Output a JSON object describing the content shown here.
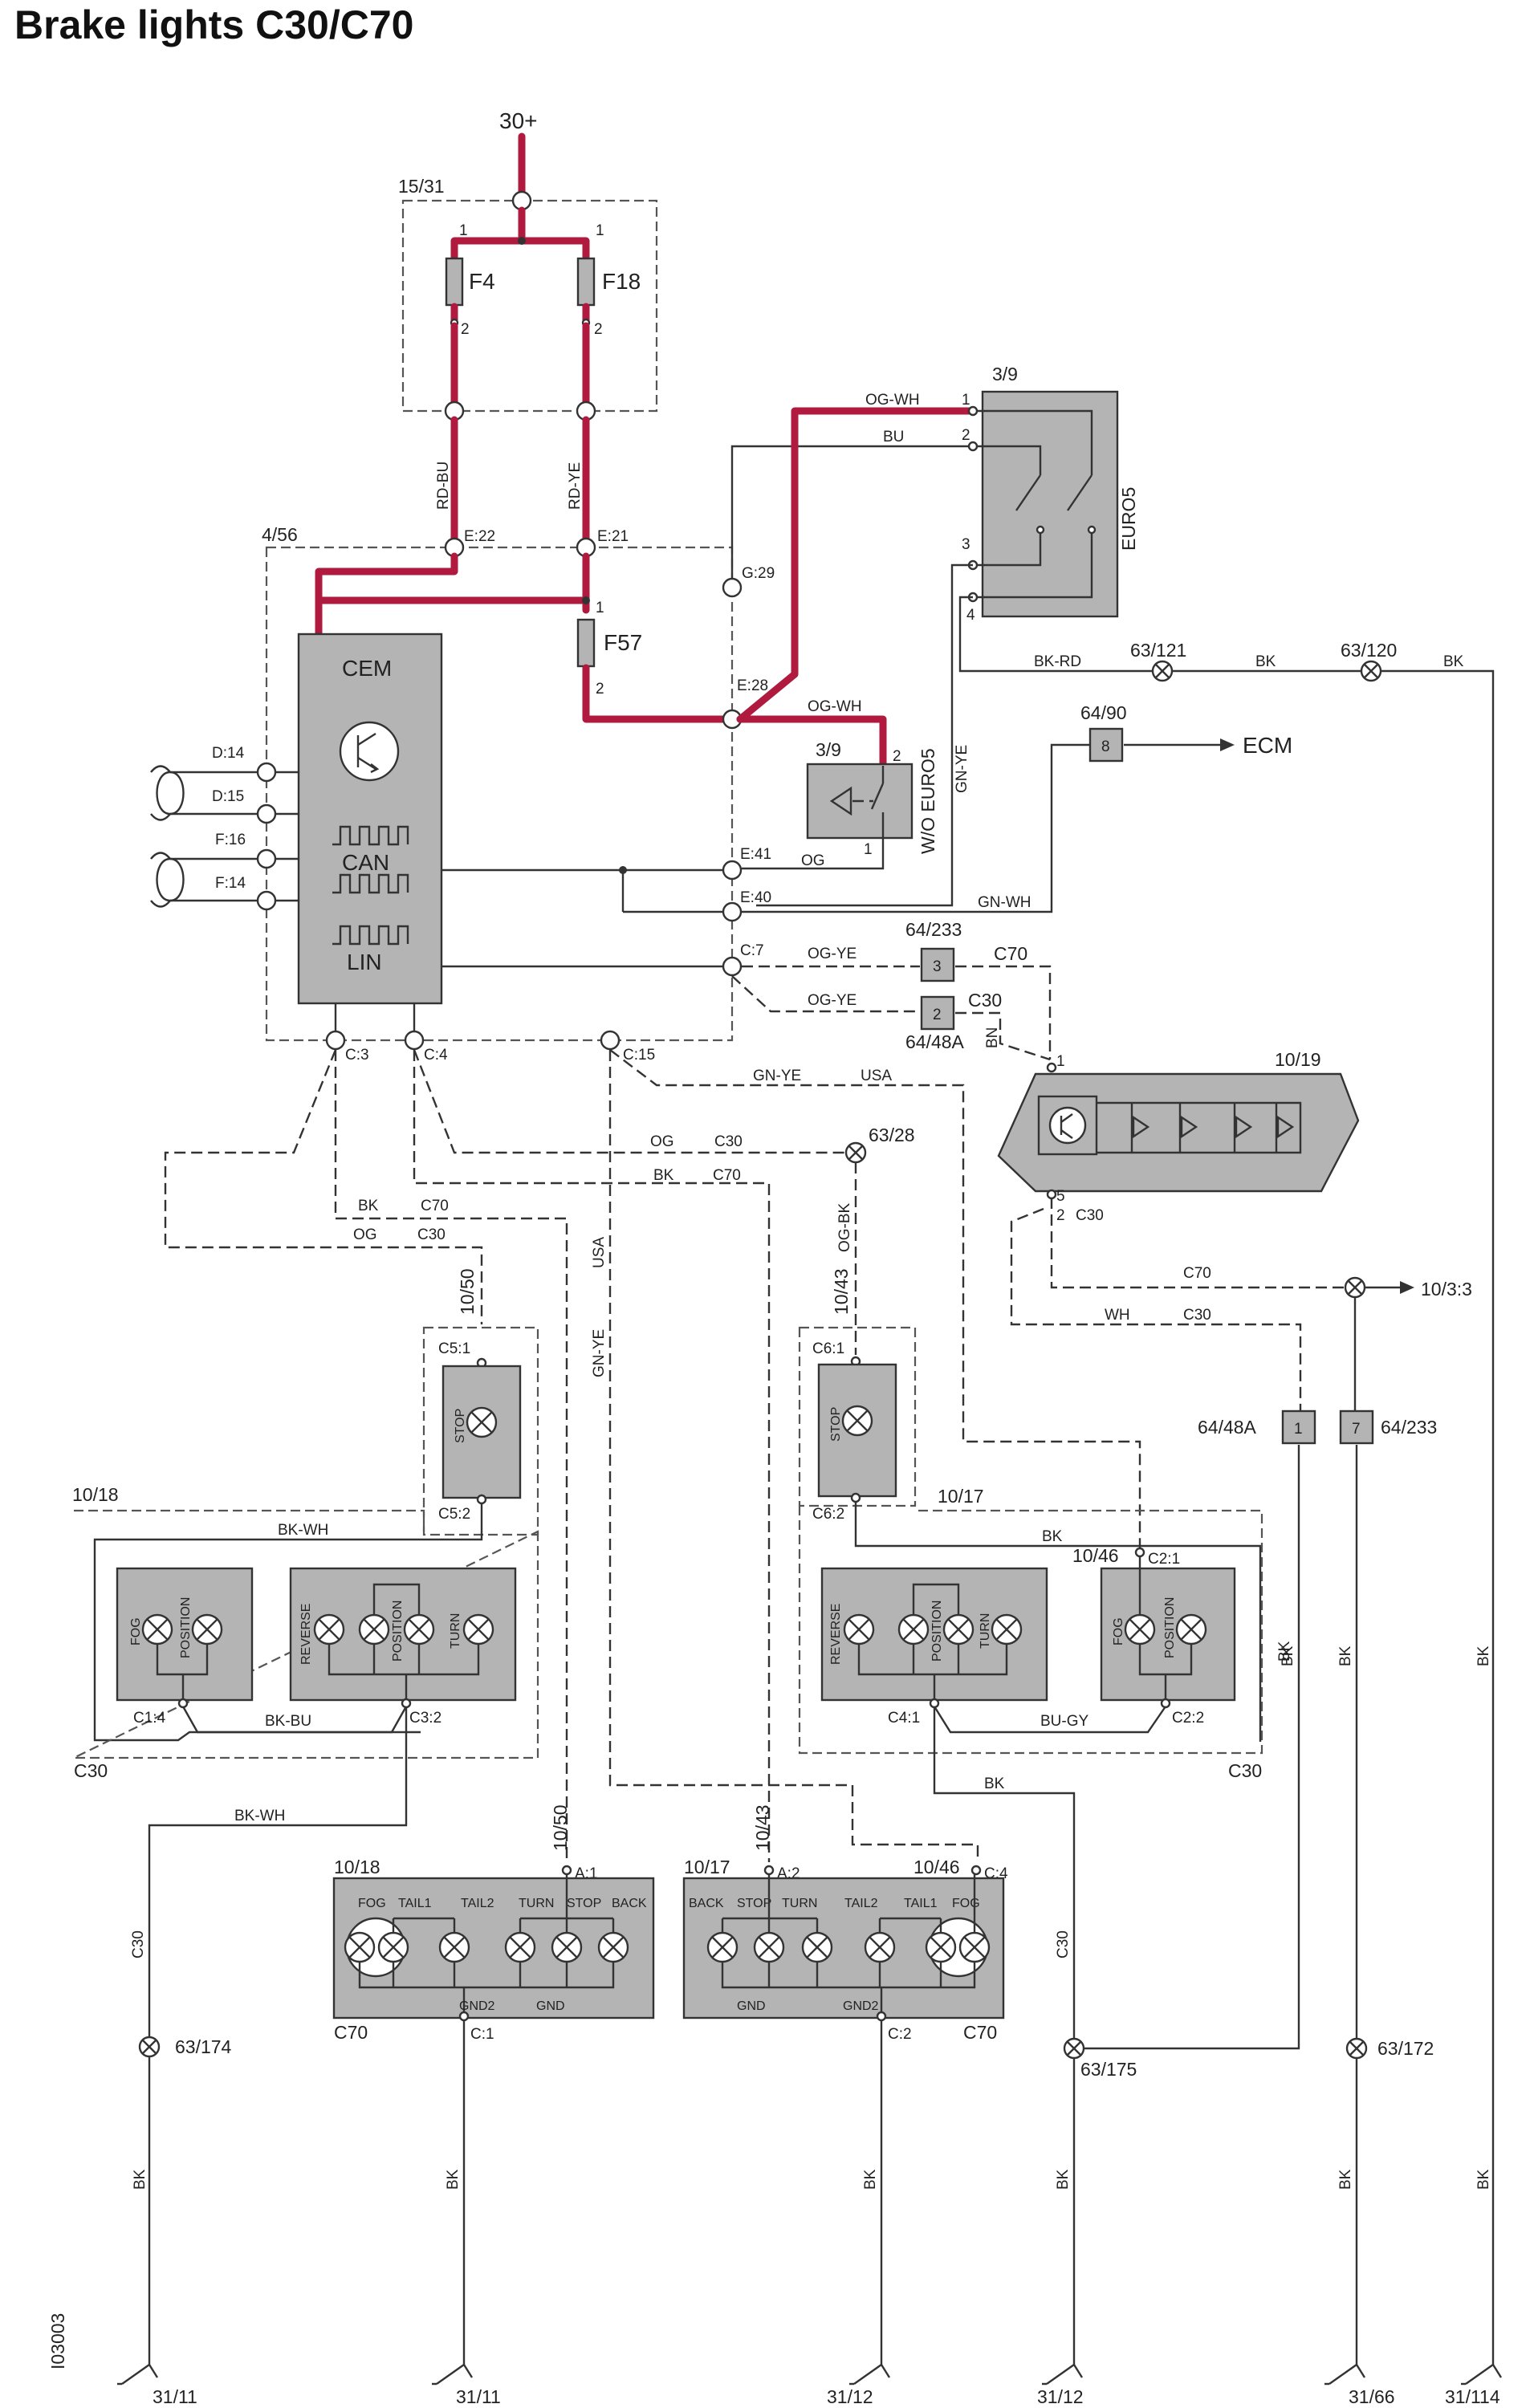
{
  "title": "Brake lights C30/C70",
  "doc_id": "I03003",
  "supply": "30+",
  "ign": "15/31",
  "fuses": {
    "f4": "F4",
    "f18": "F18",
    "f57": "F57",
    "pin1": "1",
    "pin2": "2"
  },
  "wires": {
    "rd_bu": "RD-BU",
    "rd_ye": "RD-YE",
    "og_wh1": "OG-WH",
    "og_wh2": "OG-WH",
    "bu": "BU",
    "bk_rd": "BK-RD",
    "bk_a": "BK",
    "bk_b": "BK",
    "gn_ye_v": "GN-YE",
    "gn_wh": "GN-WH",
    "og": "OG",
    "og_ye1": "OG-YE",
    "og_ye2": "OG-YE",
    "bn": "BN",
    "gn_ye_h": "GN-YE",
    "usa_h": "USA",
    "og_c30": "OG",
    "og_c30_tag": "C30",
    "bk_c70a": "BK",
    "bk_c70a_tag": "C70",
    "bk_c70b": "BK",
    "bk_c70b_tag": "C70",
    "og_c30b": "OG",
    "og_c30b_tag": "C30",
    "og_bk": "OG-BK",
    "usa_v": "USA",
    "gn_ye_v2": "GN-YE",
    "c70_right": "C70",
    "wh": "WH",
    "wh_c30": "C30",
    "bk_wh1": "BK-WH",
    "bk_bu": "BK-BU",
    "bk_wh2": "BK-WH",
    "bk_1017": "BK",
    "bu_gy": "BU-GY",
    "bk_low": "BK",
    "bk_v1": "BK",
    "bk_v2": "BK",
    "bk_v3": "BK",
    "c30_v1": "C30",
    "c30_v2": "C30",
    "bk_g1": "BK",
    "bk_g2": "BK",
    "bk_g3": "BK",
    "bk_g4": "BK",
    "bk_g5": "BK",
    "bk_g6": "BK"
  },
  "cem": {
    "id": "4/56",
    "label": "CEM",
    "can": "CAN",
    "lin": "LIN",
    "pins": {
      "e22": "E:22",
      "e21": "E:21",
      "g29": "G:29",
      "e28": "E:28",
      "e41": "E:41",
      "e40": "E:40",
      "c7": "C:7",
      "c3": "C:3",
      "c4": "C:4",
      "c15": "C:15",
      "d14": "D:14",
      "d15": "D:15",
      "f16": "F:16",
      "f14": "F:14"
    }
  },
  "switch_euro5": {
    "id": "3/9",
    "tag": "EURO5",
    "p1": "1",
    "p2": "2",
    "p3": "3",
    "p4": "4"
  },
  "switch_w": {
    "id": "3/9",
    "tag": "W/O EURO5",
    "p1": "1",
    "p2": "2"
  },
  "splices": {
    "s63_121": "63/121",
    "s63_120": "63/120",
    "s63_28": "63/28",
    "s63_174": "63/174",
    "s63_175": "63/175",
    "s63_172": "63/172"
  },
  "connectors": {
    "c64_90": "64/90",
    "c64_90_pin": "8",
    "ecm": "ECM",
    "c64_233": "64/233",
    "c64_233_pin": "3",
    "c70": "C70",
    "c64_48a": "64/48A",
    "c64_48a_pin": "2",
    "c30": "C30",
    "c64_48a_r": "64/48A",
    "c64_48a_r_pin": "1",
    "c64_233_r": "64/233",
    "c64_233_r_pin": "7"
  },
  "hmsl": {
    "id": "10/19",
    "p1": "1",
    "p5": "5",
    "p2": "2",
    "tag": "C30"
  },
  "ext": "10/3:3",
  "left_c30": {
    "stop_id": "10/50",
    "stop": "STOP",
    "c5_1": "C5:1",
    "c5_2": "C5:2",
    "lamp_id": "10/18",
    "fog": "FOG",
    "position": "POSITION",
    "reverse": "REVERSE",
    "position2": "POSITION",
    "turn": "TURN",
    "c1_4": "C1:4",
    "c3_2": "C3:2",
    "variant": "C30"
  },
  "right_c30": {
    "stop_id": "10/43",
    "stop": "STOP",
    "c6_1": "C6:1",
    "c6_2": "C6:2",
    "lamp_id": "10/17",
    "sub_id": "10/46",
    "c2_1": "C2:1",
    "c2_2": "C2:2",
    "reverse": "REVERSE",
    "position": "POSITION",
    "turn": "TURN",
    "fog": "FOG",
    "position2": "POSITION",
    "c4_1": "C4:1",
    "variant": "C30"
  },
  "left_c70": {
    "id": "10/18",
    "stop_id": "10/50",
    "a1": "A:1",
    "fog": "FOG",
    "tail1": "TAIL1",
    "tail2": "TAIL2",
    "turn": "TURN",
    "stop": "STOP",
    "back": "BACK",
    "gnd2": "GND2",
    "gnd": "GND",
    "c1": "C:1",
    "variant": "C70"
  },
  "right_c70": {
    "id": "10/17",
    "stop_id": "10/43",
    "sub_id": "10/46",
    "a2": "A:2",
    "c4": "C:4",
    "back": "BACK",
    "stop": "STOP",
    "turn": "TURN",
    "tail2": "TAIL2",
    "tail1": "TAIL1",
    "fog": "FOG",
    "gnd": "GND",
    "gnd2": "GND2",
    "c2": "C:2",
    "variant": "C70"
  },
  "grounds": {
    "g1": "31/11",
    "g2": "31/11",
    "g3": "31/12",
    "g4": "31/12",
    "g5": "31/66",
    "g6": "31/114"
  }
}
